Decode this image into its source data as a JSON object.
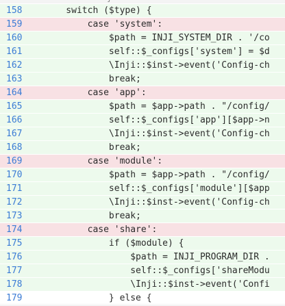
{
  "colors": {
    "context_bg": "#edfaed",
    "removed_bg": "#f8e1e4",
    "line_number": "#3a7bd5",
    "code_text": "#2b2b2b"
  },
  "lines": [
    {
      "num": "158",
      "kind": "ctx",
      "code": "    switch ($type) {"
    },
    {
      "num": "159",
      "kind": "del",
      "code": "        case 'system':"
    },
    {
      "num": "160",
      "kind": "ctx",
      "code": "            $path = INJI_SYSTEM_DIR . '/co"
    },
    {
      "num": "161",
      "kind": "ctx",
      "code": "            self::$_configs['system'] = $d"
    },
    {
      "num": "162",
      "kind": "ctx",
      "code": "            \\Inji::$inst->event('Config-ch"
    },
    {
      "num": "163",
      "kind": "ctx",
      "code": "            break;"
    },
    {
      "num": "164",
      "kind": "del",
      "code": "        case 'app':"
    },
    {
      "num": "165",
      "kind": "ctx",
      "code": "            $path = $app->path . \"/config/"
    },
    {
      "num": "166",
      "kind": "ctx",
      "code": "            self::$_configs['app'][$app->n"
    },
    {
      "num": "167",
      "kind": "ctx",
      "code": "            \\Inji::$inst->event('Config-ch"
    },
    {
      "num": "168",
      "kind": "ctx",
      "code": "            break;"
    },
    {
      "num": "169",
      "kind": "del",
      "code": "        case 'module':"
    },
    {
      "num": "170",
      "kind": "ctx",
      "code": "            $path = $app->path . \"/config/"
    },
    {
      "num": "171",
      "kind": "ctx",
      "code": "            self::$_configs['module'][$app"
    },
    {
      "num": "172",
      "kind": "ctx",
      "code": "            \\Inji::$inst->event('Config-ch"
    },
    {
      "num": "173",
      "kind": "ctx",
      "code": "            break;"
    },
    {
      "num": "174",
      "kind": "del",
      "code": "        case 'share':"
    },
    {
      "num": "175",
      "kind": "ctx",
      "code": "            if ($module) {"
    },
    {
      "num": "176",
      "kind": "ctx",
      "code": "                $path = INJI_PROGRAM_DIR ."
    },
    {
      "num": "177",
      "kind": "ctx",
      "code": "                self::$_configs['shareModu"
    },
    {
      "num": "178",
      "kind": "ctx",
      "code": "                \\Inji::$inst->event('Confi"
    },
    {
      "num": "179",
      "kind": "plain",
      "code": "            } else {"
    }
  ]
}
